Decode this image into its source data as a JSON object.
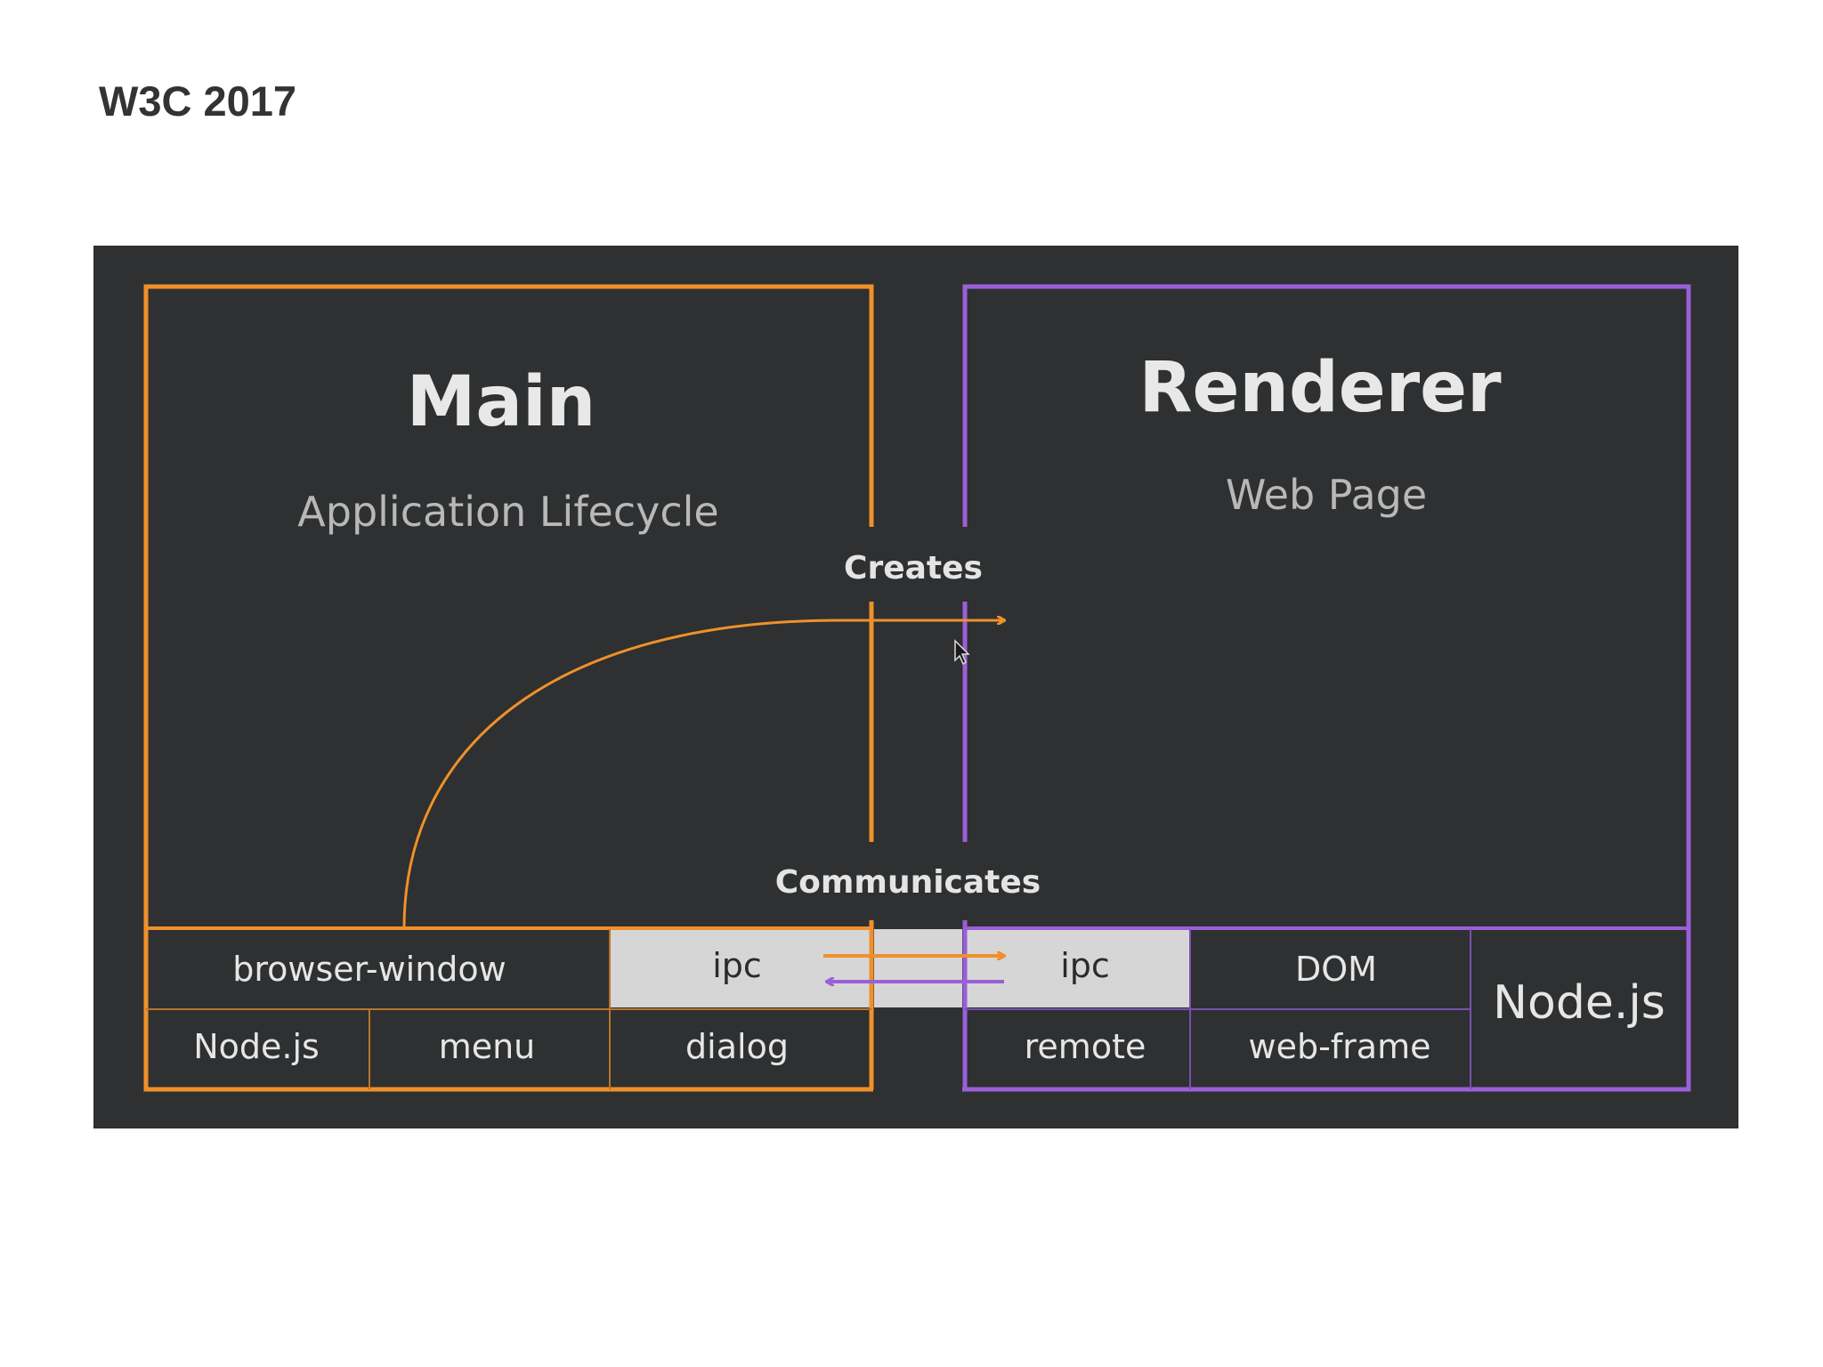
{
  "header": {
    "title": "W3C 2017"
  },
  "diagram": {
    "colors": {
      "background": "#2e3031",
      "main": "#f0902a",
      "renderer": "#9b5fd8",
      "ipc_cell": "#d6d6d6"
    },
    "main_process": {
      "title": "Main",
      "subtitle": "Application Lifecycle",
      "modules": {
        "browser_window": "browser-window",
        "ipc": "ipc",
        "nodejs": "Node.js",
        "menu": "menu",
        "dialog": "dialog"
      }
    },
    "renderer_process": {
      "title": "Renderer",
      "subtitle": "Web Page",
      "modules": {
        "ipc": "ipc",
        "dom": "DOM",
        "nodejs": "Node.js",
        "remote": "remote",
        "web_frame": "web-frame"
      }
    },
    "connections": {
      "creates": "Creates",
      "communicates": "Communicates"
    },
    "icons": {
      "cursor": "mouse-cursor-icon"
    }
  }
}
